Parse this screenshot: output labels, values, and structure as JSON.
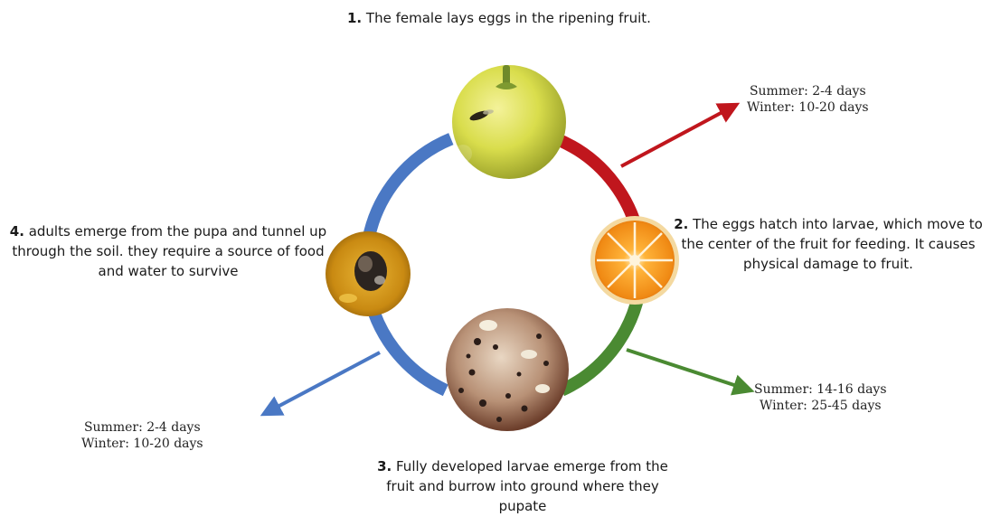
{
  "steps": [
    {
      "num": "1.",
      "text": "The female lays eggs in the ripening fruit."
    },
    {
      "num": "2.",
      "text": "The eggs hatch into larvae, which move to the center of the fruit for feeding. It causes physical damage to fruit."
    },
    {
      "num": "3.",
      "text": "Fully developed larvae emerge from the fruit and burrow into ground where they pupate"
    },
    {
      "num": "4.",
      "text": "adults emerge from the pupa and tunnel up through the soil. they require a source of food and water to survive"
    }
  ],
  "durations": {
    "eggs": {
      "summer": "Summer: 2-4 days",
      "winter": "Winter: 10-20 days"
    },
    "larvae": {
      "summer": "Summer: 14-16 days",
      "winter": "Winter: 25-45 days"
    },
    "pupae": {
      "summer": "Summer: 2-4 days",
      "winter": "Winter: 10-20 days"
    }
  },
  "colors": {
    "red_arc": "#c0161d",
    "green_arc": "#4a8a32",
    "blue_arc": "#4a78c4"
  },
  "images": [
    "lemon-with-fly",
    "orange-slice",
    "larvae-in-fruit",
    "fly-on-pupa"
  ]
}
